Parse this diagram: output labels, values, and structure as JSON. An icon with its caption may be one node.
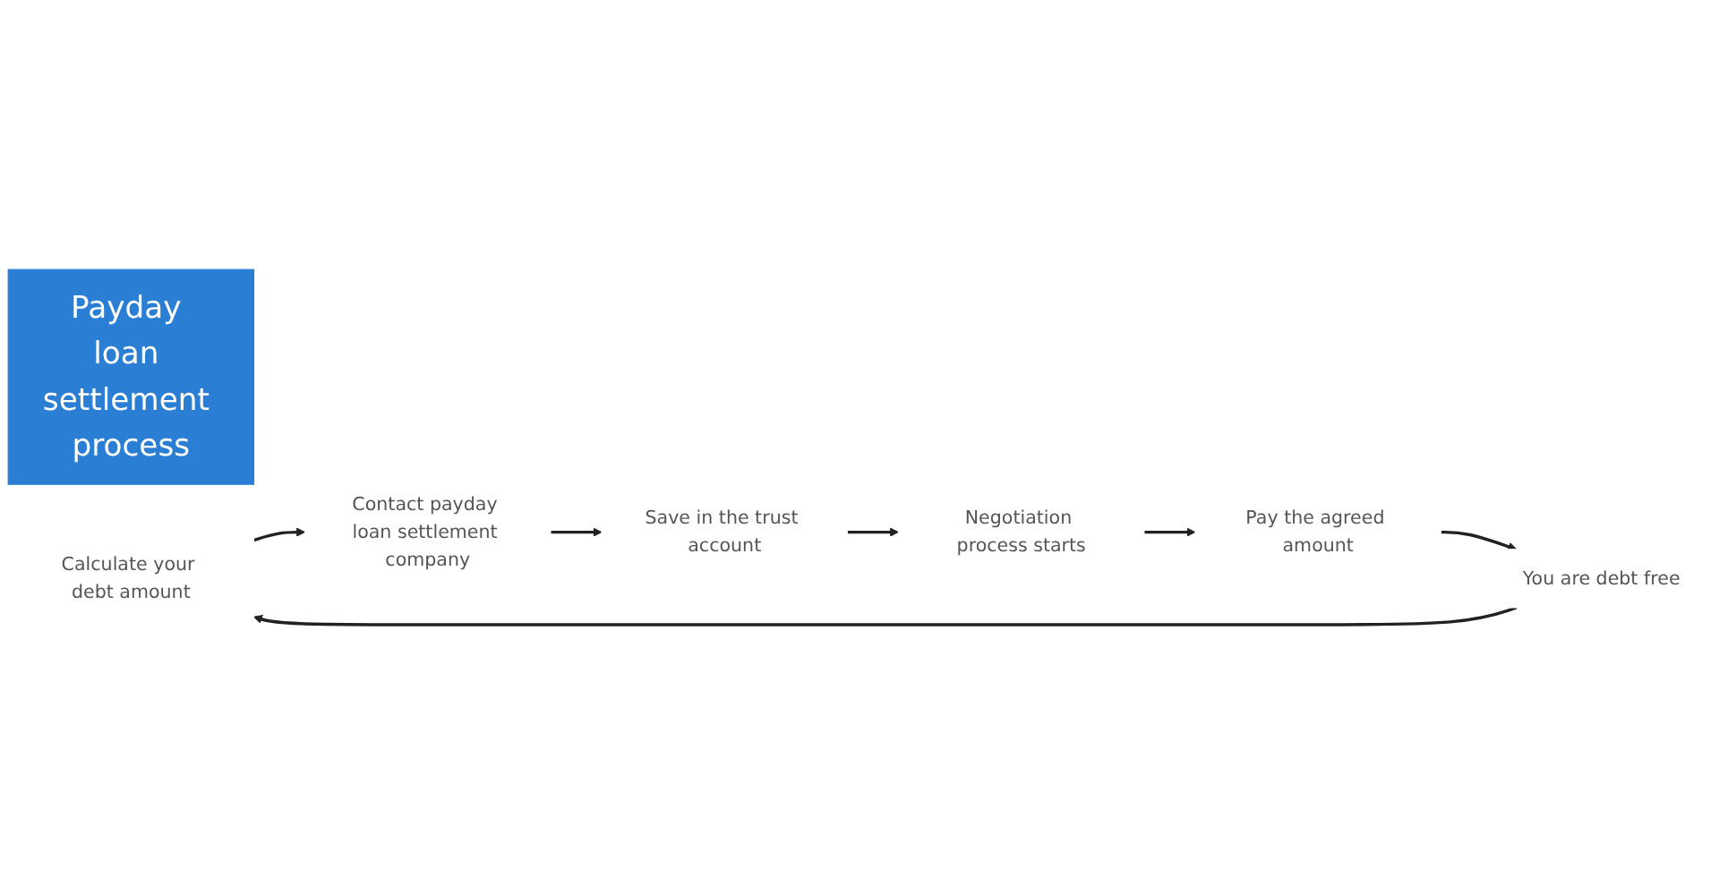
{
  "diagram": {
    "nodes": [
      {
        "text": [
          "Payday loan settlement process"
        ]
      },
      {
        "text": [
          "Calculate your debt amount"
        ]
      },
      {
        "text": [
          "Contact payday loan settlement company"
        ]
      },
      {
        "text": [
          "Save in the trust account"
        ]
      },
      {
        "text": [
          "Negotiation process starts"
        ]
      },
      {
        "text": [
          "Pay the agreed amount"
        ]
      },
      {
        "text": [
          "You are debt free"
        ]
      }
    ],
    "edges": [
      {
        "from": 1,
        "to": 2,
        "arrow": "to"
      },
      {
        "from": 2,
        "to": 3,
        "arrow": "to"
      },
      {
        "from": 3,
        "to": 4,
        "arrow": "to"
      },
      {
        "from": 4,
        "to": 5,
        "arrow": "to"
      },
      {
        "from": 5,
        "to": 6,
        "arrow": "to"
      },
      {
        "from": 6,
        "to": 1,
        "arrow": "to"
      }
    ]
  }
}
